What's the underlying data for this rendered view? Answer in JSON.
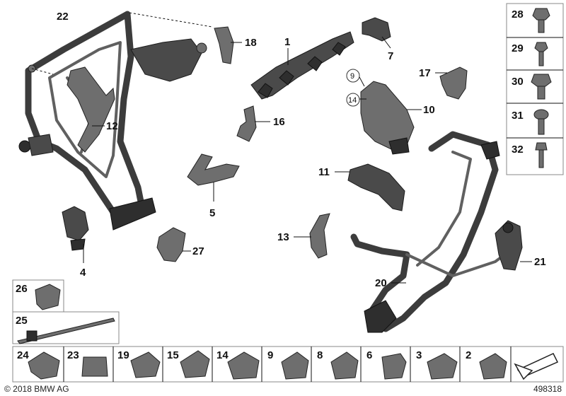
{
  "labels": {
    "p1": "1",
    "p5": "5",
    "p7": "7",
    "p10": "10",
    "p11": "11",
    "p12": "12",
    "p13": "13",
    "p16": "16",
    "p17": "17",
    "p18": "18",
    "p20": "20",
    "p21": "21",
    "p22": "22",
    "p27": "27",
    "p4": "4",
    "circ9": "9",
    "circ14": "14"
  },
  "side_boxes": [
    "28",
    "29",
    "30",
    "31",
    "32"
  ],
  "left_boxes": [
    "26",
    "25"
  ],
  "bottom_boxes": [
    "24",
    "23",
    "19",
    "15",
    "14",
    "9",
    "8",
    "6",
    "3",
    "2"
  ],
  "footer": {
    "copyright": "© 2018 BMW AG",
    "diagram_number": "498318"
  }
}
